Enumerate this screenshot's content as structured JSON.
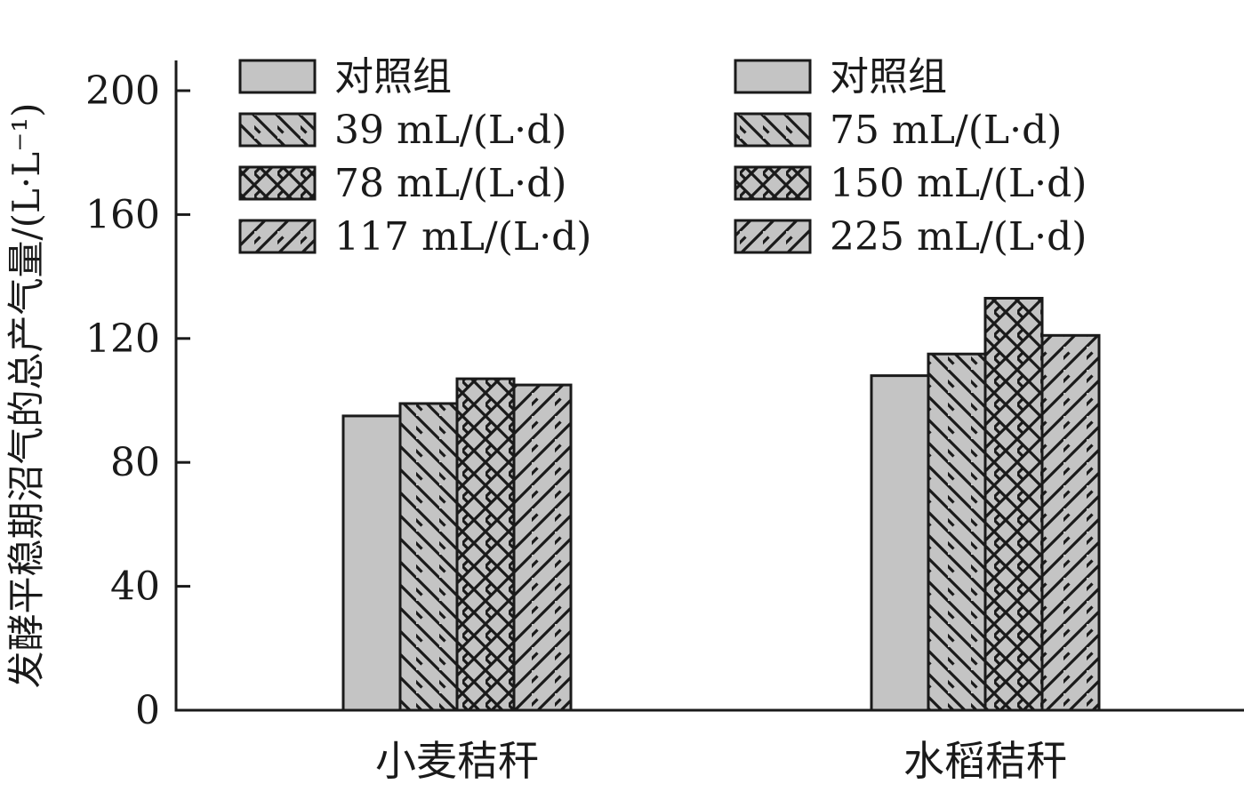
{
  "chart_data": {
    "type": "bar",
    "title": "",
    "xlabel": "",
    "ylabel": "发酵平稳期沼气的总产气量/(L·L⁻¹)",
    "ylim": [
      0,
      200
    ],
    "yticks": [
      0,
      40,
      80,
      120,
      160,
      200
    ],
    "grid": false,
    "legend_position": "top",
    "categories": [
      "小麦秸秆",
      "水稻秸秆"
    ],
    "groups": [
      {
        "category": "小麦秸秆",
        "series": [
          {
            "name": "对照组",
            "value": 95,
            "pattern": "solid"
          },
          {
            "name": "39 mL/(L·d)",
            "value": 99,
            "pattern": "backslash"
          },
          {
            "name": "78 mL/(L·d)",
            "value": 107,
            "pattern": "cross"
          },
          {
            "name": "117 mL/(L·d)",
            "value": 105,
            "pattern": "slash"
          }
        ]
      },
      {
        "category": "水稻秸秆",
        "series": [
          {
            "name": "对照组",
            "value": 108,
            "pattern": "solid"
          },
          {
            "name": "75 mL/(L·d)",
            "value": 115,
            "pattern": "backslash"
          },
          {
            "name": "150 mL/(L·d)",
            "value": 133,
            "pattern": "cross"
          },
          {
            "name": "225 mL/(L·d)",
            "value": 121,
            "pattern": "slash"
          }
        ]
      }
    ],
    "bar_fill": "#c4c4c4",
    "stroke": "#1a1a1a"
  }
}
